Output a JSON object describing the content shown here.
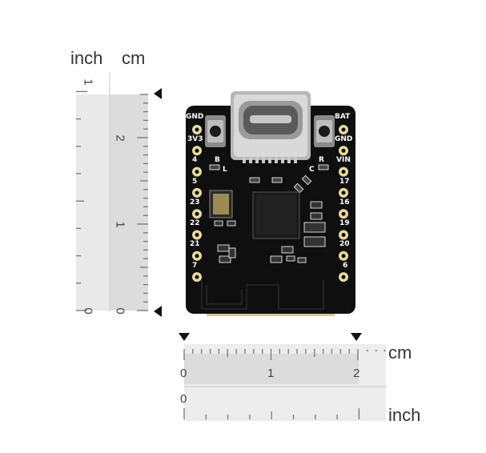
{
  "units": {
    "inch": "inch",
    "cm": "cm"
  },
  "vertical_ruler": {
    "inch_labels": [
      "1",
      "0"
    ],
    "cm_labels": [
      "2",
      "1",
      "0"
    ]
  },
  "horizontal_ruler": {
    "cm_labels": [
      "0",
      "1",
      "2"
    ],
    "inch_labels": [
      "0"
    ]
  },
  "board": {
    "pins_left": [
      "GND",
      "3V3",
      "4",
      "5",
      "23",
      "22",
      "21",
      "7"
    ],
    "pins_right": [
      "BAT",
      "GND",
      "VIN",
      "17",
      "16",
      "19",
      "20",
      "6"
    ],
    "button_left": "B",
    "button_right": "R",
    "led_left": "L",
    "led_right": "C",
    "colors": {
      "pcb": "#0f0f0f",
      "pad": "#e8d9a0",
      "silkscreen": "#ffffff",
      "ruler_fill": "#e6e6e6",
      "ruler_band": "#d9d9d9"
    }
  }
}
